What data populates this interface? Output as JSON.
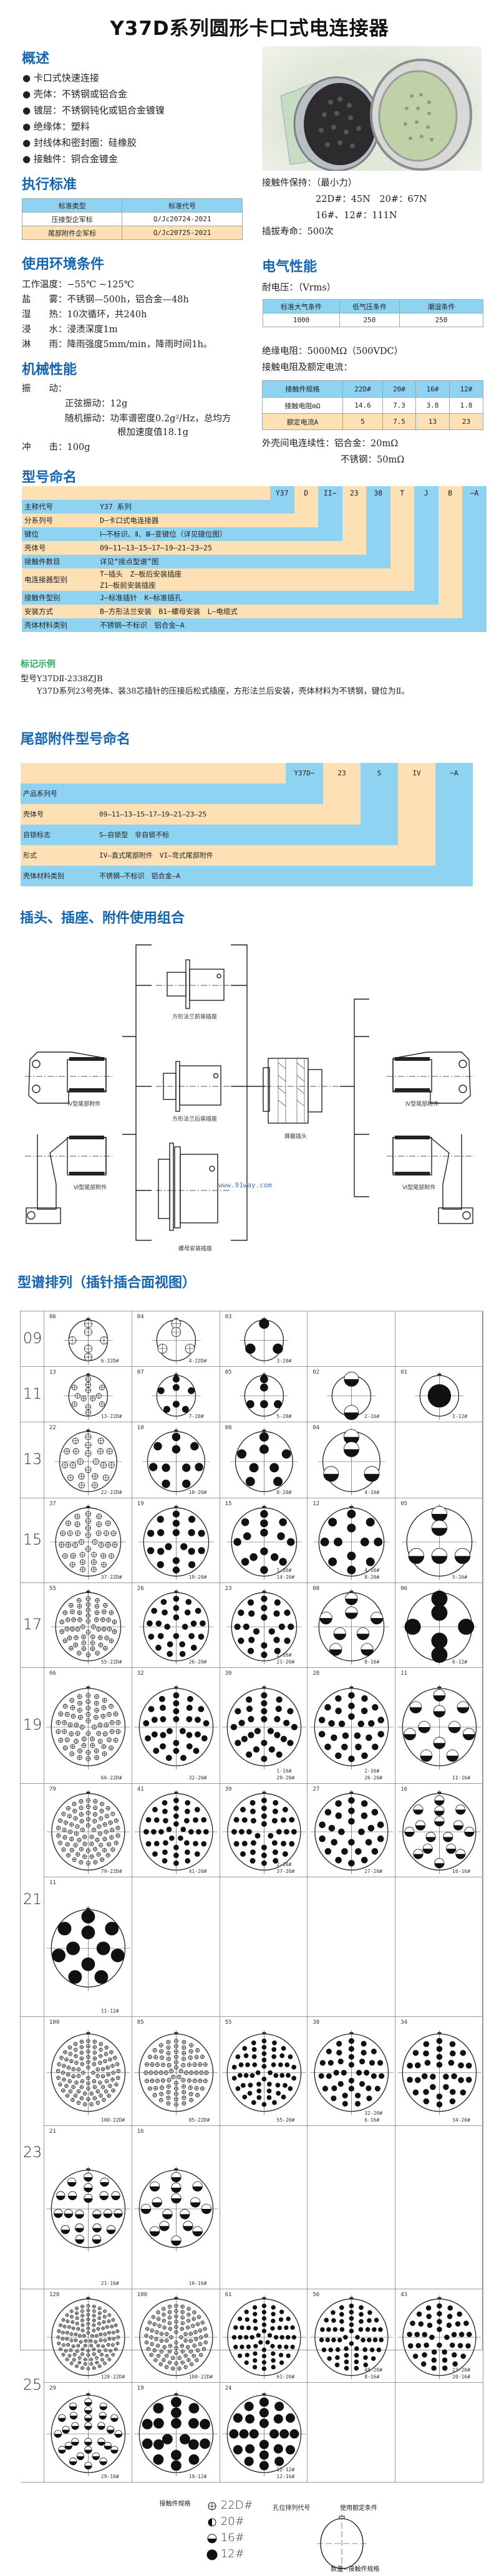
{
  "title": "Y37D系列圆形卡口式电连接器",
  "overview": {
    "heading": "概述",
    "bullets": [
      "卡口式快速连接",
      "壳体：不锈钢或铝合金",
      "镀层：不锈钢钝化或铝合金镀镍",
      "绝缘体：塑料",
      "封线体和密封圈：硅橡胶",
      "接触件：铜合金镀金"
    ]
  },
  "standards": {
    "heading": "执行标准",
    "columns": [
      "标准类型",
      "标准代号"
    ],
    "rows": [
      [
        "压接型企军标",
        "Q/Jc20724-2021"
      ],
      [
        "尾部附件企军标",
        "Q/Jc20725-2021"
      ]
    ]
  },
  "environment": {
    "heading": "使用环境条件",
    "lines": [
      "工作温度：−55℃ ~125℃",
      "盐　　雾：不锈钢—500h，铝合金—48h",
      "湿　　热：10次循环，共240h",
      "浸　　水：浸渍深度1m",
      "淋　　雨：降雨强度5mm/min，降雨时间1h。"
    ]
  },
  "mechanical": {
    "heading": "机械性能",
    "vibration_label": "振　　动：",
    "sine": "正弦振动：12g",
    "random1": "随机振动：功率谱密度0.2g²/Hz，总均方",
    "random2": "根加速度值18.1g",
    "shock": "冲　　击：100g"
  },
  "retention": {
    "label": "接触件保持：（最小力）",
    "line1": "22D#：45N　20#：67N",
    "line2": "16#、12#：111N",
    "mating": "插拔寿命：500次"
  },
  "electrical": {
    "heading": "电气性能",
    "voltage_label": "耐电压：（Vrms）",
    "voltage_columns": [
      "标准大气条件",
      "低气压条件",
      "潮湿条件"
    ],
    "voltage_values": [
      "1000",
      "250",
      "250"
    ],
    "insulation": "绝缘电阻：5000MΩ（500VDC）",
    "contact_label": "接触电阻及额定电流：",
    "contact_columns": [
      "接触件规格",
      "22D#",
      "20#",
      "16#",
      "12#"
    ],
    "contact_rows": [
      [
        "接触电阻mΩ",
        "14.6",
        "7.3",
        "3.8",
        "1.8"
      ],
      [
        "额定电流A",
        "5",
        "7.5",
        "13",
        "23"
      ]
    ],
    "shell1": "外壳间电连续性：铝合金：20mΩ",
    "shell2": "不锈钢：50mΩ"
  },
  "naming": {
    "heading": "型号命名",
    "codes": [
      "Y37",
      "D",
      "II−",
      "23",
      "38",
      "T",
      "J",
      "B",
      "−A"
    ],
    "rows": [
      {
        "label": "主称代号",
        "desc": "Y37 系列"
      },
      {
        "label": "分系列号",
        "desc": "D—卡口式电连接器"
      },
      {
        "label": "键位",
        "desc": "Ⅰ—不标识、Ⅱ、Ⅲ—变键位（详见键位图）"
      },
      {
        "label": "壳体号",
        "desc": "09—11—13—15—17—19—21—23—25"
      },
      {
        "label": "接触件数目",
        "desc": "详见“接点型谱”图"
      },
      {
        "label": "电连接器型别",
        "desc": "T—插头　Z—板后安装插座",
        "desc2": "Z1—板前安装插座"
      },
      {
        "label": "接触件型别",
        "desc": "J—标准插针　K—标准插孔"
      },
      {
        "label": "安装方式",
        "desc": "B—方形法兰安装　B1—螺母安装　L—电缆式"
      },
      {
        "label": "壳体材料类别",
        "desc": "不锈钢—不标识　铝合金—A"
      }
    ]
  },
  "example": {
    "heading": "标记示例",
    "model": "型号Y37DⅡ-2338ZJB",
    "desc": "Y37D系列23号壳体、装38芯插针的压接后松式插座，方形法兰后安装，壳体材料为不锈钢，键位为Ⅱ。"
  },
  "tail_naming": {
    "heading": "尾部附件型号命名",
    "codes": [
      "Y37D−",
      "23",
      "S",
      "IV",
      "−A"
    ],
    "rows": [
      {
        "label": "产品系列号",
        "desc": ""
      },
      {
        "label": "壳体号",
        "desc": "09—11—13—15—17—19—21—23—25"
      },
      {
        "label": "自锁标志",
        "desc": "S—自锁型　非自锁不标"
      },
      {
        "label": "形式",
        "desc": "IV—直式尾部附件　VI—弯式尾部附件"
      },
      {
        "label": "壳体材料类别",
        "desc": "不锈钢—不标识　铝合金—A"
      }
    ]
  },
  "combination": {
    "heading": "插头、插座、附件使用组合",
    "labels": {
      "front_flange": "方形法兰前装插座",
      "rear_flange": "方形法兰后装插座",
      "nut_mount": "螺母安装插座",
      "shield_plug": "屏蔽插头",
      "iv_left": "Ⅳ型尾部附件",
      "vi_left": "Ⅵ型尾部附件",
      "iv_right": "Ⅳ型尾部附件",
      "vi_right": "Ⅵ型尾部附件"
    },
    "watermark": "www.91way.com"
  },
  "layouts": {
    "heading": "型谱排列（插针插合面视图）",
    "sizes": [
      {
        "size": "09",
        "cells": [
          {
            "code": "06",
            "spec": [
              "6-22D#"
            ],
            "n": 6,
            "t": "22D"
          },
          {
            "code": "04",
            "spec": [
              "4-22D#"
            ],
            "n": 4,
            "t": "22D"
          },
          {
            "code": "03",
            "spec": [
              "3-20#"
            ],
            "n": 3,
            "t": "20"
          }
        ]
      },
      {
        "size": "11",
        "cells": [
          {
            "code": "13",
            "spec": [
              "13-22D#"
            ],
            "n": 13,
            "t": "22D"
          },
          {
            "code": "07",
            "spec": [
              "7-20#"
            ],
            "n": 7,
            "t": "20"
          },
          {
            "code": "05",
            "spec": [
              "5-20#"
            ],
            "n": 5,
            "t": "20"
          },
          {
            "code": "02",
            "spec": [
              "2-16#"
            ],
            "n": 2,
            "t": "16"
          },
          {
            "code": "01",
            "spec": [
              "1-12#"
            ],
            "n": 1,
            "t": "12"
          }
        ]
      },
      {
        "size": "13",
        "cells": [
          {
            "code": "22",
            "spec": [
              "22-22D#"
            ],
            "n": 22,
            "t": "22D"
          },
          {
            "code": "10",
            "spec": [
              "10-20#"
            ],
            "n": 10,
            "t": "20"
          },
          {
            "code": "08",
            "spec": [
              "8-20#"
            ],
            "n": 8,
            "t": "20"
          },
          {
            "code": "04",
            "spec": [
              "4-16#"
            ],
            "n": 4,
            "t": "16"
          }
        ]
      },
      {
        "size": "15",
        "cells": [
          {
            "code": "37",
            "spec": [
              "37-22D#"
            ],
            "n": 37,
            "t": "22D"
          },
          {
            "code": "19",
            "spec": [
              "19-20#"
            ],
            "n": 19,
            "t": "20"
          },
          {
            "code": "15",
            "spec": [
              "1-16#",
              "14-20#"
            ],
            "n": 15,
            "t": "20"
          },
          {
            "code": "12",
            "spec": [
              "4-16#",
              "8-20#"
            ],
            "n": 12,
            "t": "20"
          },
          {
            "code": "05",
            "spec": [
              "5-16#"
            ],
            "n": 5,
            "t": "16"
          }
        ]
      },
      {
        "size": "17",
        "cells": [
          {
            "code": "55",
            "spec": [
              "55-22D#"
            ],
            "n": 55,
            "t": "22D"
          },
          {
            "code": "26",
            "spec": [
              "26-20#"
            ],
            "n": 26,
            "t": "20"
          },
          {
            "code": "23",
            "spec": [
              "2-16#",
              "21-20#"
            ],
            "n": 23,
            "t": "20"
          },
          {
            "code": "08",
            "spec": [
              "8-16#"
            ],
            "n": 8,
            "t": "16"
          },
          {
            "code": "06",
            "spec": [
              "6-12#"
            ],
            "n": 6,
            "t": "12"
          }
        ]
      },
      {
        "size": "19",
        "cells": [
          {
            "code": "66",
            "spec": [
              "66-22D#"
            ],
            "n": 66,
            "t": "22D"
          },
          {
            "code": "32",
            "spec": [
              "32-20#"
            ],
            "n": 32,
            "t": "20"
          },
          {
            "code": "30",
            "spec": [
              "1-16#",
              "29-20#"
            ],
            "n": 30,
            "t": "20"
          },
          {
            "code": "28",
            "spec": [
              "2-16#",
              "26-20#"
            ],
            "n": 28,
            "t": "20"
          },
          {
            "code": "11",
            "spec": [
              "11-16#"
            ],
            "n": 11,
            "t": "16"
          }
        ]
      },
      {
        "size": "21",
        "cells": [
          {
            "code": "79",
            "spec": [
              "79-22D#"
            ],
            "n": 79,
            "t": "22D"
          },
          {
            "code": "41",
            "spec": [
              "41-20#"
            ],
            "n": 41,
            "t": "20"
          },
          {
            "code": "39",
            "spec": [
              "2-16#",
              "37-20#"
            ],
            "n": 39,
            "t": "20"
          },
          {
            "code": "27",
            "spec": [
              "27-20#"
            ],
            "n": 27,
            "t": "20"
          },
          {
            "code": "16",
            "spec": [
              "16-16#"
            ],
            "n": 16,
            "t": "16"
          },
          {
            "code": "11",
            "spec": [
              "11-12#"
            ],
            "n": 11,
            "t": "12"
          }
        ]
      },
      {
        "size": "23",
        "cells": [
          {
            "code": "100",
            "spec": [
              "100-22D#"
            ],
            "n": 100,
            "t": "22D"
          },
          {
            "code": "85",
            "spec": [
              "85-22D#"
            ],
            "n": 85,
            "t": "22D"
          },
          {
            "code": "55",
            "spec": [
              "55-20#"
            ],
            "n": 55,
            "t": "20"
          },
          {
            "code": "38",
            "spec": [
              "32-20#",
              "6-16#"
            ],
            "n": 38,
            "t": "20"
          },
          {
            "code": "34",
            "spec": [
              "34-20#"
            ],
            "n": 34,
            "t": "20"
          },
          {
            "code": "21",
            "spec": [
              "21-16#"
            ],
            "n": 21,
            "t": "16"
          },
          {
            "code": "16",
            "spec": [
              "16-16#"
            ],
            "n": 16,
            "t": "16"
          }
        ]
      },
      {
        "size": "25",
        "cells": [
          {
            "code": "128",
            "spec": [
              "128-22D#"
            ],
            "n": 128,
            "t": "22D"
          },
          {
            "code": "100",
            "spec": [
              "100-22D#"
            ],
            "n": 100,
            "t": "22D"
          },
          {
            "code": "61",
            "spec": [
              "61-20#"
            ],
            "n": 61,
            "t": "20"
          },
          {
            "code": "56",
            "spec": [
              "48-20#",
              "8-16#"
            ],
            "n": 56,
            "t": "20"
          },
          {
            "code": "43",
            "spec": [
              "23-20#",
              "20-16#"
            ],
            "n": 43,
            "t": "20"
          },
          {
            "code": "29",
            "spec": [
              "29-16#"
            ],
            "n": 29,
            "t": "16"
          },
          {
            "code": "19",
            "spec": [
              "19-12#"
            ],
            "n": 19,
            "t": "12"
          },
          {
            "code": "24",
            "spec": [
              "12-12#",
              "12-16#"
            ],
            "n": 24,
            "t": "12"
          }
        ]
      }
    ],
    "legend": {
      "title": "接触件规格",
      "items": [
        "22D#",
        "20#",
        "16#",
        "12#"
      ],
      "diagram_top_left": "孔位排列代号",
      "diagram_top_right": "使用额定条件",
      "diagram_bottom": "数量−接触件规格"
    }
  }
}
